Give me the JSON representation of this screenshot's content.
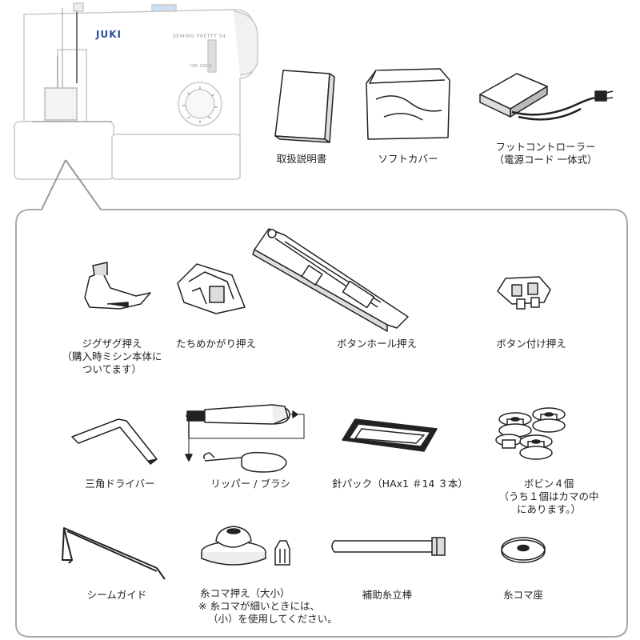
{
  "brand": "JUKI",
  "machine_model_line1": "SEWING PRETTY 54",
  "machine_model_line2": "HZL-29Z-S",
  "top_items": [
    {
      "id": "manual",
      "label": "取扱説明書",
      "sub": ""
    },
    {
      "id": "softcover",
      "label": "ソフトカバー",
      "sub": ""
    },
    {
      "id": "footcontroller",
      "label": "フットコントローラー",
      "sub": "（電源コード 一体式）"
    }
  ],
  "accessories": [
    {
      "id": "zigzag",
      "label": "ジグザグ押え",
      "sub1": "（購入時ミシン本体に",
      "sub2": "ついてます）"
    },
    {
      "id": "overcast",
      "label": "たちめかがり押え",
      "sub1": "",
      "sub2": ""
    },
    {
      "id": "buttonhole",
      "label": "ボタンホール押え",
      "sub1": "",
      "sub2": ""
    },
    {
      "id": "buttonsew",
      "label": "ボタン付け押え",
      "sub1": "",
      "sub2": ""
    },
    {
      "id": "screwdriver",
      "label": "三角ドライバー",
      "sub1": "",
      "sub2": ""
    },
    {
      "id": "ripper",
      "label": "リッパー / ブラシ",
      "sub1": "",
      "sub2": ""
    },
    {
      "id": "needle",
      "label": "針パック（HAx1 ＃14 ３本）",
      "sub1": "",
      "sub2": ""
    },
    {
      "id": "bobbin",
      "label": "ボビン４個",
      "sub1": "（うち１個はカマの中",
      "sub2": "にあります。）"
    },
    {
      "id": "seamguide",
      "label": "シームガイド",
      "sub1": "",
      "sub2": ""
    },
    {
      "id": "spoolcap",
      "label": "糸コマ押え（大小）",
      "sub1": "※ 糸コマが細いときには、",
      "sub2": "（小）を使用してください。"
    },
    {
      "id": "spoolpin",
      "label": "補助糸立棒",
      "sub1": "",
      "sub2": ""
    },
    {
      "id": "spoolfelt",
      "label": "糸コマ座",
      "sub1": "",
      "sub2": ""
    }
  ]
}
